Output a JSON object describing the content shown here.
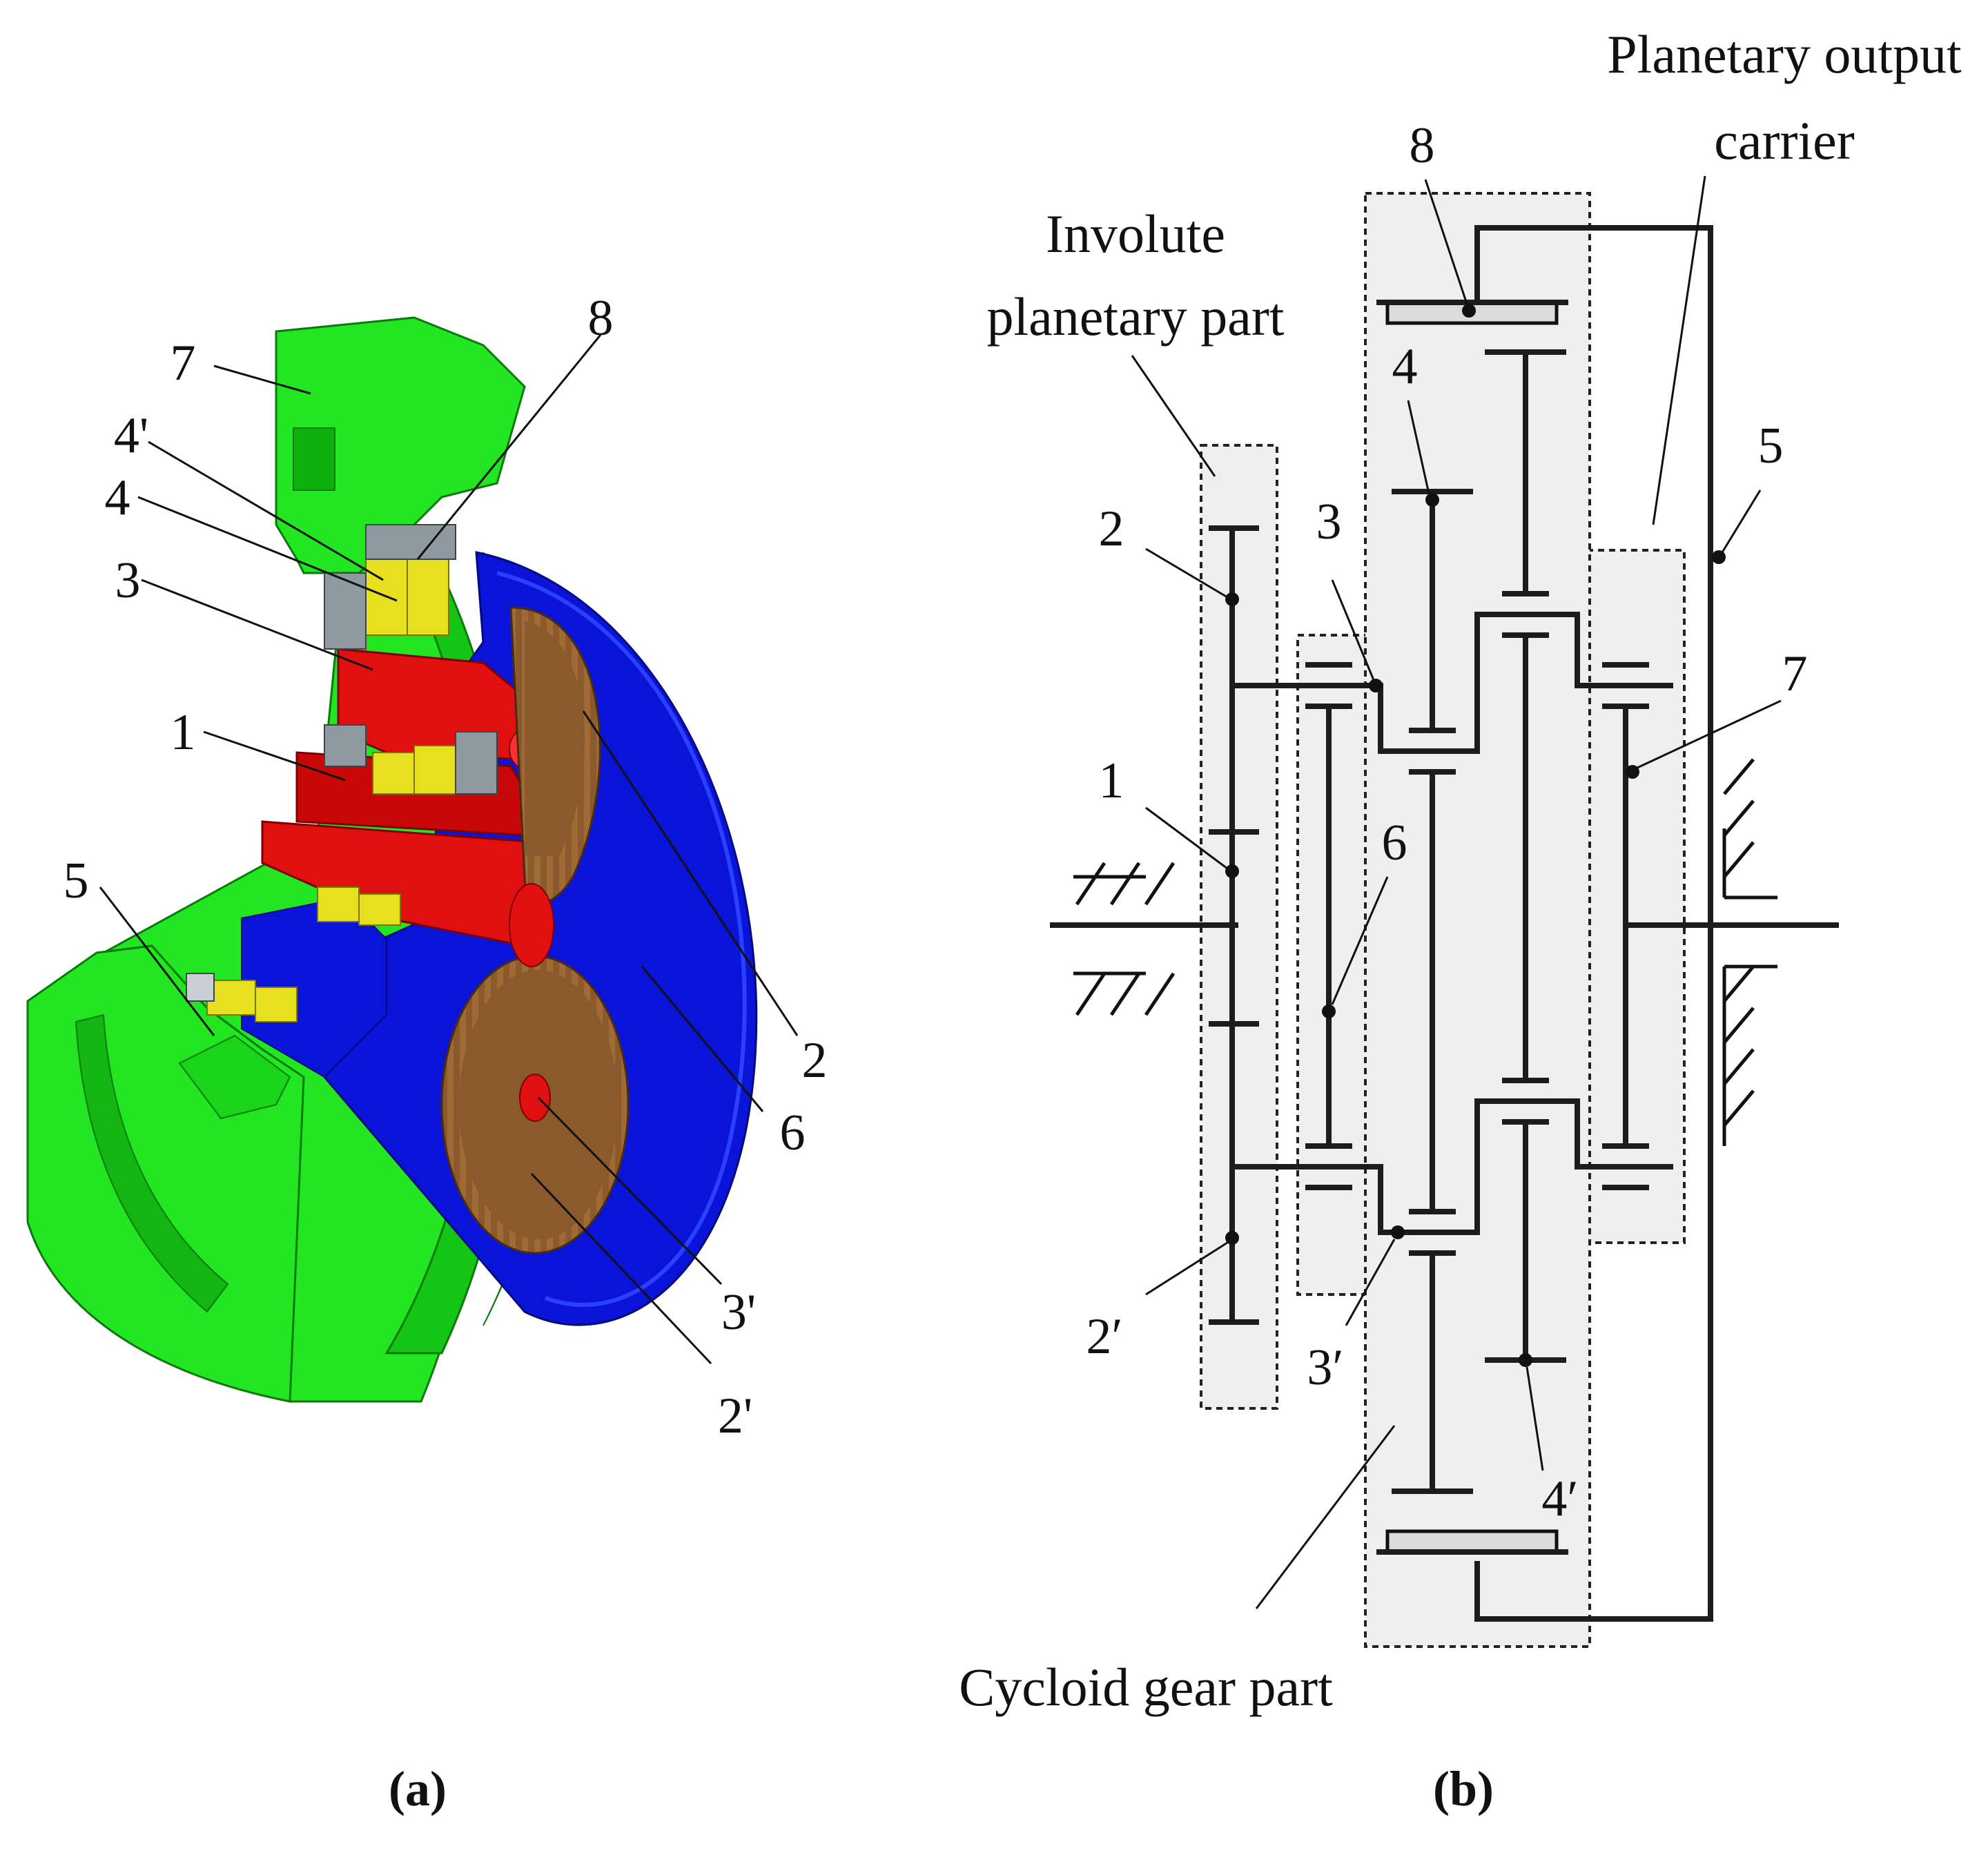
{
  "panel_a": {
    "label": "(a)",
    "colors": {
      "housing": "#22e622",
      "carrier": "#0a14d8",
      "gear": "#8a5a2c",
      "crank": "#e01010",
      "bearing": "#e6e01e",
      "needle": "#8f9aa0"
    },
    "callouts": {
      "c1": "1",
      "c2": "2",
      "c2p": "2'",
      "c3": "3",
      "c3p": "3'",
      "c4": "4",
      "c4p": "4'",
      "c5": "5",
      "c6": "6",
      "c7": "7",
      "c8": "8"
    }
  },
  "panel_b": {
    "label": "(b)",
    "involute_part": {
      "line1": "Involute",
      "line2": "planetary part"
    },
    "output_carrier": {
      "line1": "Planetary output",
      "line2": "carrier"
    },
    "cycloid_part": "Cycloid gear part",
    "callouts": {
      "c1": "1",
      "c2": "2",
      "c2p": "2′",
      "c3": "3",
      "c3p": "3′",
      "c4": "4",
      "c4p": "4′",
      "c5": "5",
      "c6": "6",
      "c7": "7",
      "c8": "8"
    }
  }
}
